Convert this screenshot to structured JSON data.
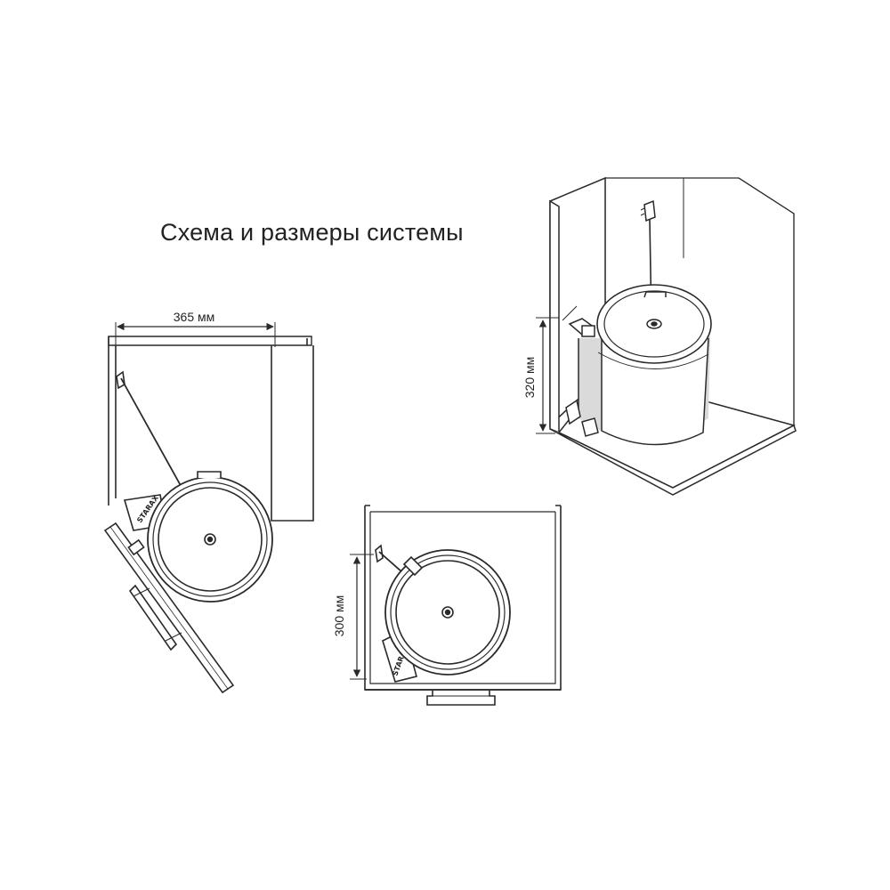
{
  "title": "Схема и размеры системы",
  "dimensions": {
    "width_top": "365 мм",
    "depth_front": "300 мм",
    "height_3d": "320 мм"
  },
  "brand_mark": "STARAX",
  "colors": {
    "line": "#2a2a2a",
    "drum_fill": "#ffffff",
    "panel_fill": "#ffffff",
    "shade": "#dadada",
    "text": "#222222"
  }
}
